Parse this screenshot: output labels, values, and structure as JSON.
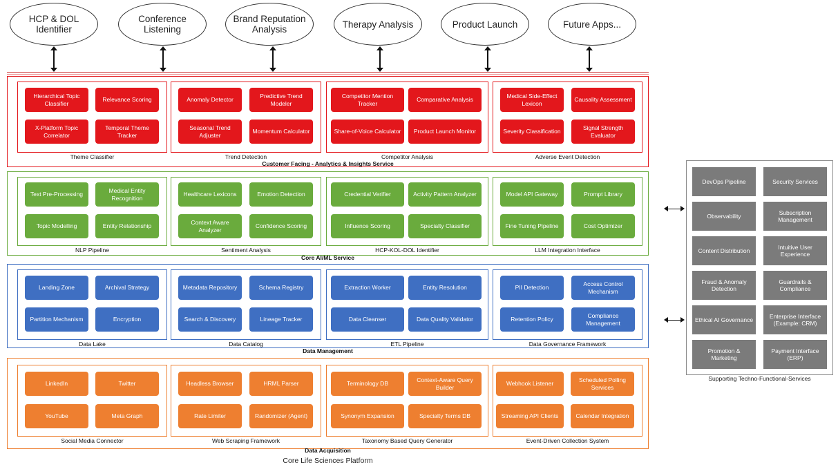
{
  "apps": [
    {
      "label": "HCP & DOL Identifier"
    },
    {
      "label": "Conference Listening"
    },
    {
      "label": "Brand Reputation Analysis"
    },
    {
      "label": "Therapy Analysis"
    },
    {
      "label": "Product Launch"
    },
    {
      "label": "Future Apps..."
    }
  ],
  "layers": [
    {
      "title": "Customer Facing - Analytics & Insights Service",
      "color": "#e3171c",
      "groups": [
        {
          "label": "Theme Classifier",
          "boxes": [
            "Hierarchical Topic Classifier",
            "Relevance Scoring",
            "X-Platform Topic Correlator",
            "Temporal Theme Tracker"
          ]
        },
        {
          "label": "Trend Detection",
          "boxes": [
            "Anomaly Detector",
            "Predictive Trend Modeler",
            "Seasonal Trend Adjuster",
            "Momentum Calculator"
          ]
        },
        {
          "label": "Competitor Analysis",
          "boxes": [
            "Competitor Mention Tracker",
            "Comparative Analysis",
            "Share-of-Voice Calculator",
            "Product Launch Monitor"
          ]
        },
        {
          "label": "Adverse Event Detection",
          "boxes": [
            "Medical Side-Effect Lexicon",
            "Causality Assessment",
            "Severity Classification",
            "Signal Strength Evaluator"
          ]
        }
      ]
    },
    {
      "title": "Core AI/ML Service",
      "color": "#6aab3d",
      "groups": [
        {
          "label": "NLP Pipeline",
          "boxes": [
            "Text Pre-Processing",
            "Medical Entity Recognition",
            "Topic Modelling",
            "Entity Relationship"
          ]
        },
        {
          "label": "Sentiment Analysis",
          "boxes": [
            "Healthcare Lexicons",
            "Emotion Detection",
            "Context Aware Analyzer",
            "Confidence Scoring"
          ]
        },
        {
          "label": "HCP-KOL-DOL Identifier",
          "boxes": [
            "Credential Verifier",
            "Activity Pattern Analyzer",
            "Influence Scoring",
            "Specialty Classifier"
          ]
        },
        {
          "label": "LLM Integration Interface",
          "boxes": [
            "Model API Gateway",
            "Prompt Library",
            "Fine Tuning Pipeline",
            "Cost Optimizer"
          ]
        }
      ]
    },
    {
      "title": "Data Management",
      "color": "#3f6fc2",
      "groups": [
        {
          "label": "Data Lake",
          "boxes": [
            "Landing Zone",
            "Archival Strategy",
            "Partition Mechanism",
            "Encryption"
          ]
        },
        {
          "label": "Data Catalog",
          "boxes": [
            "Metadata Repository",
            "Schema Registry",
            "Search & Discovery",
            "Lineage Tracker"
          ]
        },
        {
          "label": "ETL Pipeline",
          "boxes": [
            "Extraction Worker",
            "Entity Resolution",
            "Data Cleanser",
            "Data Quality Validator"
          ]
        },
        {
          "label": "Data Governance Framework",
          "boxes": [
            "PII Detection",
            "Access Control Mechanism",
            "Retention Policy",
            "Compliance Management"
          ]
        }
      ]
    },
    {
      "title": "Data Acquisition",
      "color": "#ee7f30",
      "groups": [
        {
          "label": "Social Media Connector",
          "boxes": [
            "LinkedIn",
            "Twitter",
            "YouTube",
            "Meta Graph"
          ]
        },
        {
          "label": "Web Scraping Framework",
          "boxes": [
            "Headless Browser",
            "HRML Parser",
            "Rate Limiter",
            "Randomizer (Agent)"
          ]
        },
        {
          "label": "Taxonomy Based Query Generator",
          "boxes": [
            "Terminology DB",
            "Context-Aware Query Builder",
            "Synonym Expansion",
            "Specialty Terms DB"
          ]
        },
        {
          "label": "Event-Driven Collection System",
          "boxes": [
            "Webhook Listener",
            "Scheduled Polling Services",
            "Streaming API Clients",
            "Calendar Integration"
          ]
        }
      ]
    }
  ],
  "platform_label": "Core Life Sciences Platform",
  "side_panel": {
    "label": "Supporting Techno-Functional-Services",
    "color": "#7b7b7b",
    "boxes": [
      "DevOps Pipeline",
      "Security Services",
      "Observability",
      "Subscription Management",
      "Content Distribution",
      "Intuitive User Experience",
      "Fraud & Anomaly Detection",
      "Guardrails & Compliance",
      "Ethical AI Governance",
      "Enterprise Interface (Example: CRM)",
      "Promotion & Marketing",
      "Payment Interface (ERP)"
    ]
  }
}
